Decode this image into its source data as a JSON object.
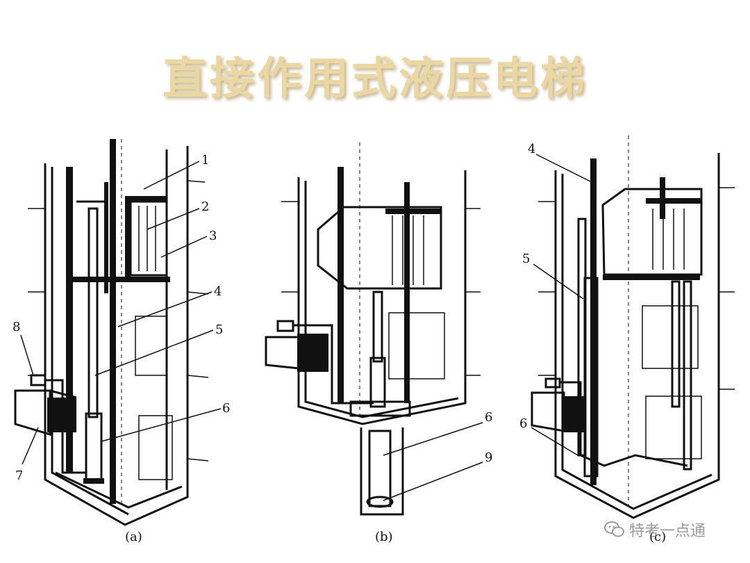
{
  "title": "直接作用式液压电梯",
  "figures": [
    {
      "caption": "(a)",
      "labels": [
        "1",
        "2",
        "3",
        "4",
        "5",
        "6",
        "7",
        "8"
      ]
    },
    {
      "caption": "(b)",
      "labels": [
        "6",
        "9"
      ]
    },
    {
      "caption": "(c)",
      "labels": [
        "4",
        "5",
        "6"
      ]
    }
  ],
  "watermark": "特考一点通",
  "watermark_icon": "wechat-icon"
}
